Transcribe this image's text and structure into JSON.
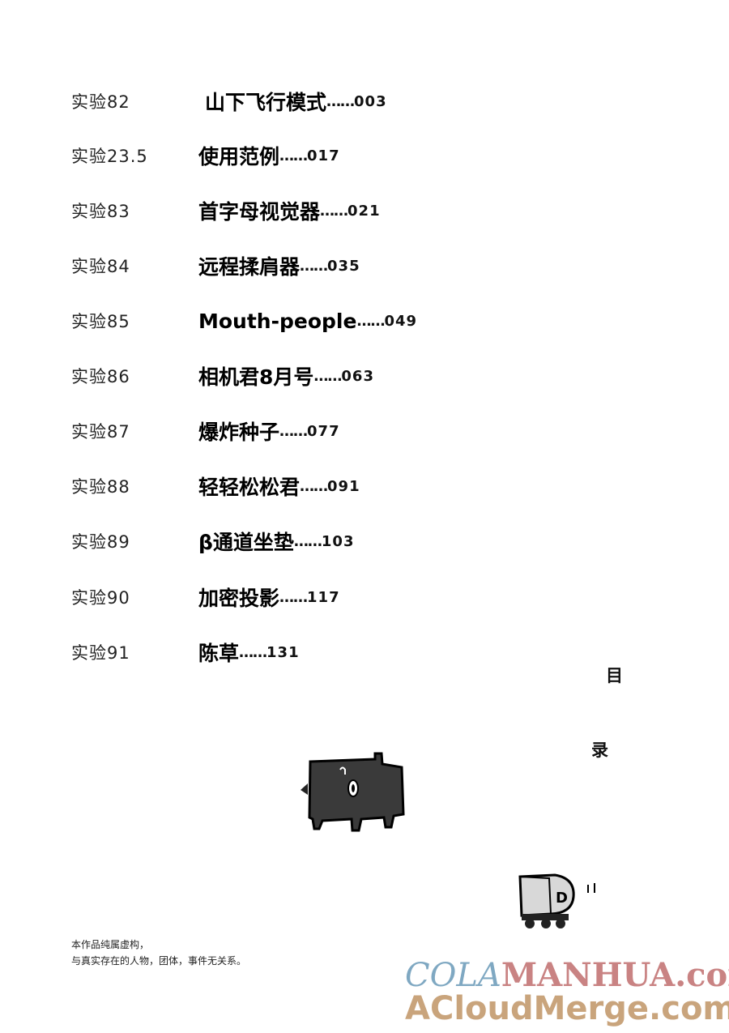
{
  "toc": [
    {
      "label": "实验82",
      "title": "山下飞行模式",
      "dots": "……",
      "page": "003"
    },
    {
      "label": "实验23.5",
      "title": "使用范例",
      "dots": "……",
      "page": "017"
    },
    {
      "label": "实验83",
      "title": "首字母视觉器",
      "dots": "……",
      "page": "021"
    },
    {
      "label": "实验84",
      "title": "远程揉肩器",
      "dots": "……",
      "page": "035"
    },
    {
      "label": "实验85",
      "title": "Mouth-people",
      "dots": "……",
      "page": "049"
    },
    {
      "label": "实验86",
      "title": "相机君8月号",
      "dots": "……",
      "page": "063"
    },
    {
      "label": "实验87",
      "title": "爆炸种子",
      "dots": "……",
      "page": "077"
    },
    {
      "label": "实验88",
      "title": "轻轻松松君",
      "dots": "……",
      "page": "091"
    },
    {
      "label": "实验89",
      "title": "β通道坐垫",
      "dots": "……",
      "page": "103"
    },
    {
      "label": "实验90",
      "title": "加密投影",
      "dots": "……",
      "page": "117"
    },
    {
      "label": "实验91",
      "title": "陈草",
      "dots": "……",
      "page": "131"
    }
  ],
  "heading": {
    "char1": "目",
    "char2": "录"
  },
  "disclaimer": {
    "line1": "本作品纯属虚构，",
    "line2": "与真实存在的人物，团体，事件无关系。"
  },
  "watermark": {
    "part1": "COLA",
    "part2": "MANHUA.com",
    "line2": "ACloudMerge.com",
    "colors": {
      "blue": "#7fa8c2",
      "red": "#c98383",
      "tan": "#c9a47c"
    }
  },
  "illustration_texts": {
    "robot_letter": "D"
  }
}
